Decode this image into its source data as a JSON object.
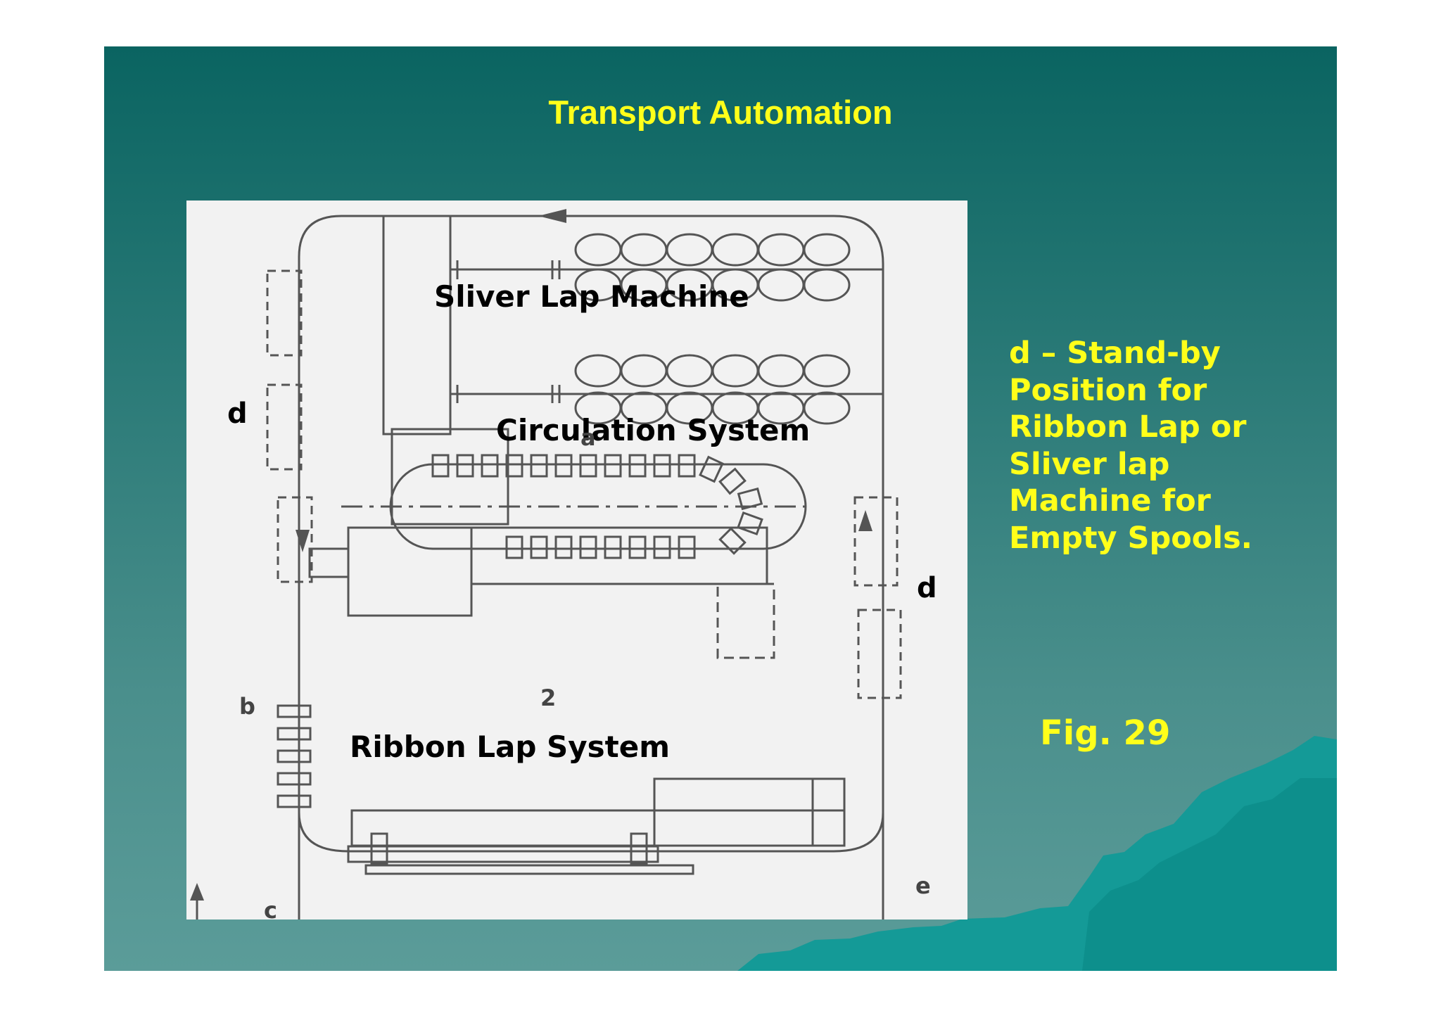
{
  "slide": {
    "title": "Transport Automation",
    "description_lines": [
      "d – Stand-by",
      "Position for",
      "Ribbon Lap or",
      "Sliver lap",
      "Machine for",
      "Empty Spools."
    ],
    "figure_caption": "Fig. 29"
  },
  "diagram": {
    "labels": {
      "sliver_lap_machine": "Sliver Lap Machine",
      "circulation_system": "Circulation System",
      "ribbon_lap_system": "Ribbon Lap System",
      "d_left": "d",
      "d_right": "d",
      "a": "a",
      "b": "b",
      "two": "2",
      "e": "e",
      "c": "c"
    }
  },
  "colors": {
    "accent_text": "#ffff1a",
    "slide_background_top": "#0a6461",
    "slide_background_bottom": "#5b9c99"
  }
}
